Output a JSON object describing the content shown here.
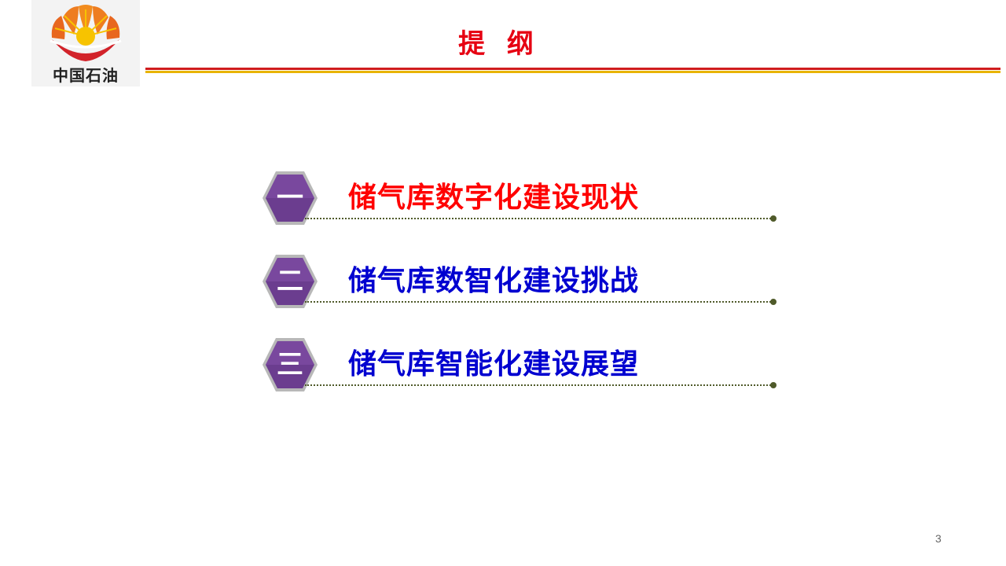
{
  "logo": {
    "text": "中国石油",
    "colors": {
      "sun": "#f7a800",
      "petals": "#e8671f",
      "base": "#d2232a"
    }
  },
  "title": "提 纲",
  "colors": {
    "title": "#e60012",
    "active_item": "#ff0000",
    "item": "#0000d0",
    "hex_fill": "#6b3d8f",
    "hex_rim": "#b8b8b8",
    "rule_red": "#d01c1c",
    "rule_gold": "#e8b400"
  },
  "outline": [
    {
      "numeral": "一",
      "label": "储气库数字化建设现状",
      "active": true
    },
    {
      "numeral": "二",
      "label": "储气库数智化建设挑战",
      "active": false
    },
    {
      "numeral": "三",
      "label": "储气库智能化建设展望",
      "active": false
    }
  ],
  "page_number": "3"
}
